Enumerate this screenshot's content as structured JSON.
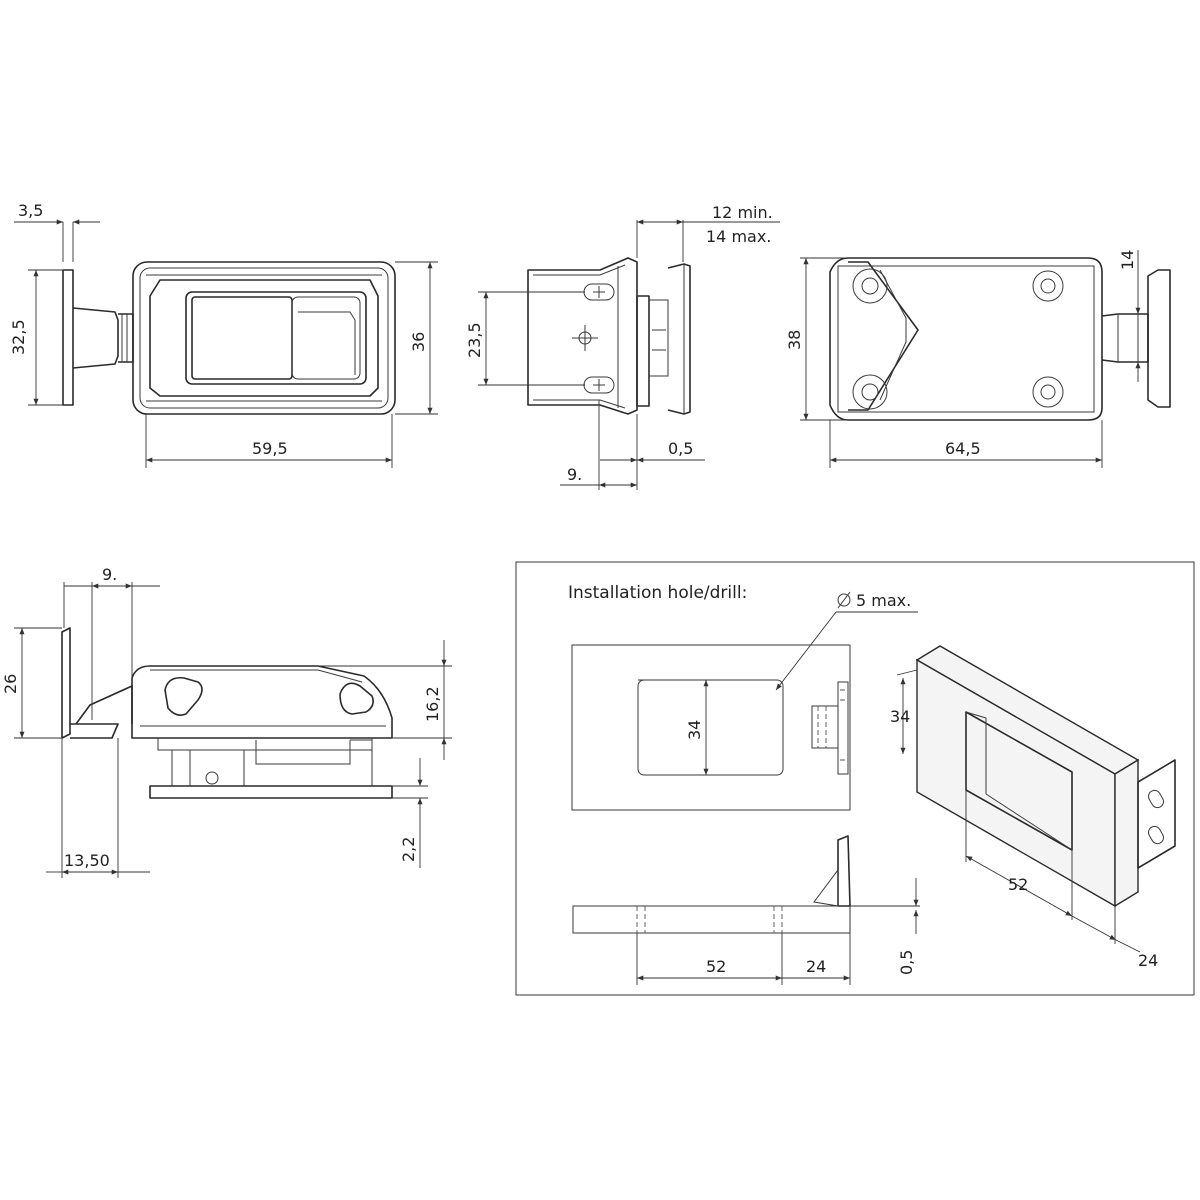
{
  "front_view": {
    "d_3_5": "3,5",
    "d_32_5": "32,5",
    "d_36": "36",
    "d_59_5": "59,5"
  },
  "side_view": {
    "d_12min": "12 min.",
    "d_14max": "14 max.",
    "d_23_5": "23,5",
    "d_9": "9.",
    "d_0_5": "0,5"
  },
  "back_view": {
    "d_38": "38",
    "d_64_5": "64,5",
    "d_14": "14"
  },
  "bottom_view": {
    "d_9": "9.",
    "d_26": "26",
    "d_16_2": "16,2",
    "d_2_2": "2,2",
    "d_13_50": "13,50"
  },
  "install": {
    "title": "Installation hole/drill:",
    "drill": "5 max.",
    "d_34": "34",
    "d_52": "52",
    "d_24": "24",
    "d_0_5": "0,5",
    "iso_34": "34",
    "iso_52": "52",
    "iso_24": "24"
  }
}
